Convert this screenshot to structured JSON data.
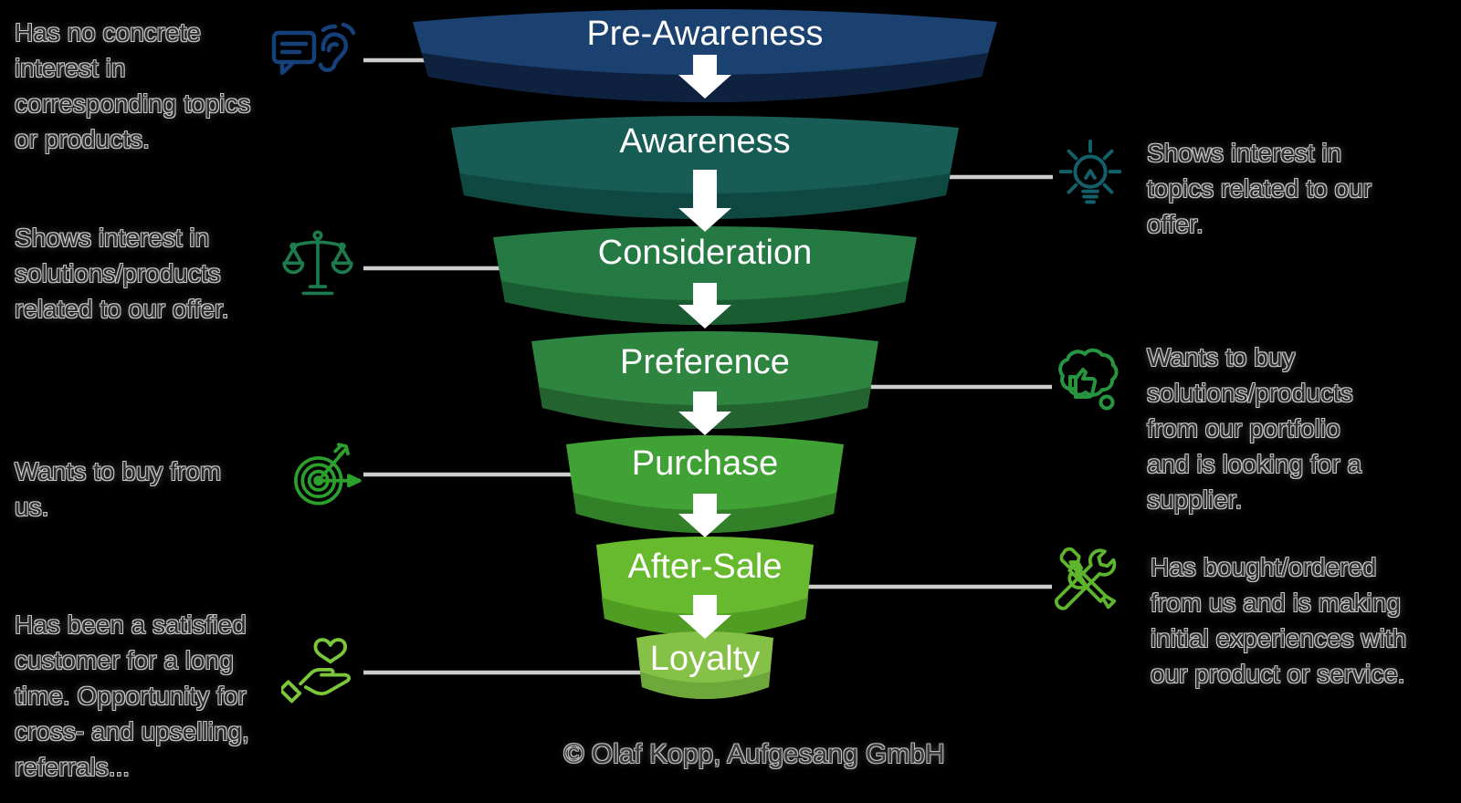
{
  "background_color": "#000000",
  "connector_color": "#cdcdcd",
  "funnel": {
    "label_color": "#ffffff",
    "arrow_color": "#ffffff",
    "segments": [
      {
        "label": "Pre-Awareness",
        "color": "#1b4170",
        "lip_color": "#0e2240"
      },
      {
        "label": "Awareness",
        "color": "#175d56",
        "lip_color": "#0f4741"
      },
      {
        "label": "Consideration",
        "color": "#247a42",
        "lip_color": "#1a5c31"
      },
      {
        "label": "Preference",
        "color": "#2e8540",
        "lip_color": "#226330"
      },
      {
        "label": "Purchase",
        "color": "#40a135",
        "lip_color": "#328027"
      },
      {
        "label": "After-Sale",
        "color": "#67ba2d",
        "lip_color": "#519c23"
      },
      {
        "label": "Loyalty",
        "color": "#86c147",
        "lip_color": "#6fa83a"
      }
    ]
  },
  "annotations": [
    {
      "side": "left",
      "icon": "speech-ear-icon",
      "icon_color": "#16407a",
      "text": "Has no concrete\ninterest in\ncorresponding topics\nor products."
    },
    {
      "side": "right",
      "icon": "lightbulb-icon",
      "icon_color": "#13606a",
      "text": "Shows interest in\ntopics related to our\noffer."
    },
    {
      "side": "left",
      "icon": "scales-icon",
      "icon_color": "#1e7b4e",
      "text": "Shows interest in\nsolutions/products\nrelated to our offer."
    },
    {
      "side": "right",
      "icon": "thought-thumbsup-icon",
      "icon_color": "#279540",
      "text": "Wants to buy\nsolutions/products\nfrom our portfolio\nand is looking for a\nsupplier."
    },
    {
      "side": "left",
      "icon": "target-arrow-icon",
      "icon_color": "#2ca02c",
      "text": "Wants to buy from\nus."
    },
    {
      "side": "right",
      "icon": "tools-icon",
      "icon_color": "#5db52d",
      "text": "Has bought/ordered\nfrom us and is making\ninitial experiences with\nour product or service."
    },
    {
      "side": "left",
      "icon": "hand-heart-icon",
      "icon_color": "#7cc63c",
      "text": "Has been a satisfied\ncustomer for a long\ntime. Opportunity for\ncross- and upselling,\nreferrals..."
    }
  ],
  "footer": {
    "credit": "© Olaf Kopp, Aufgesang GmbH"
  }
}
